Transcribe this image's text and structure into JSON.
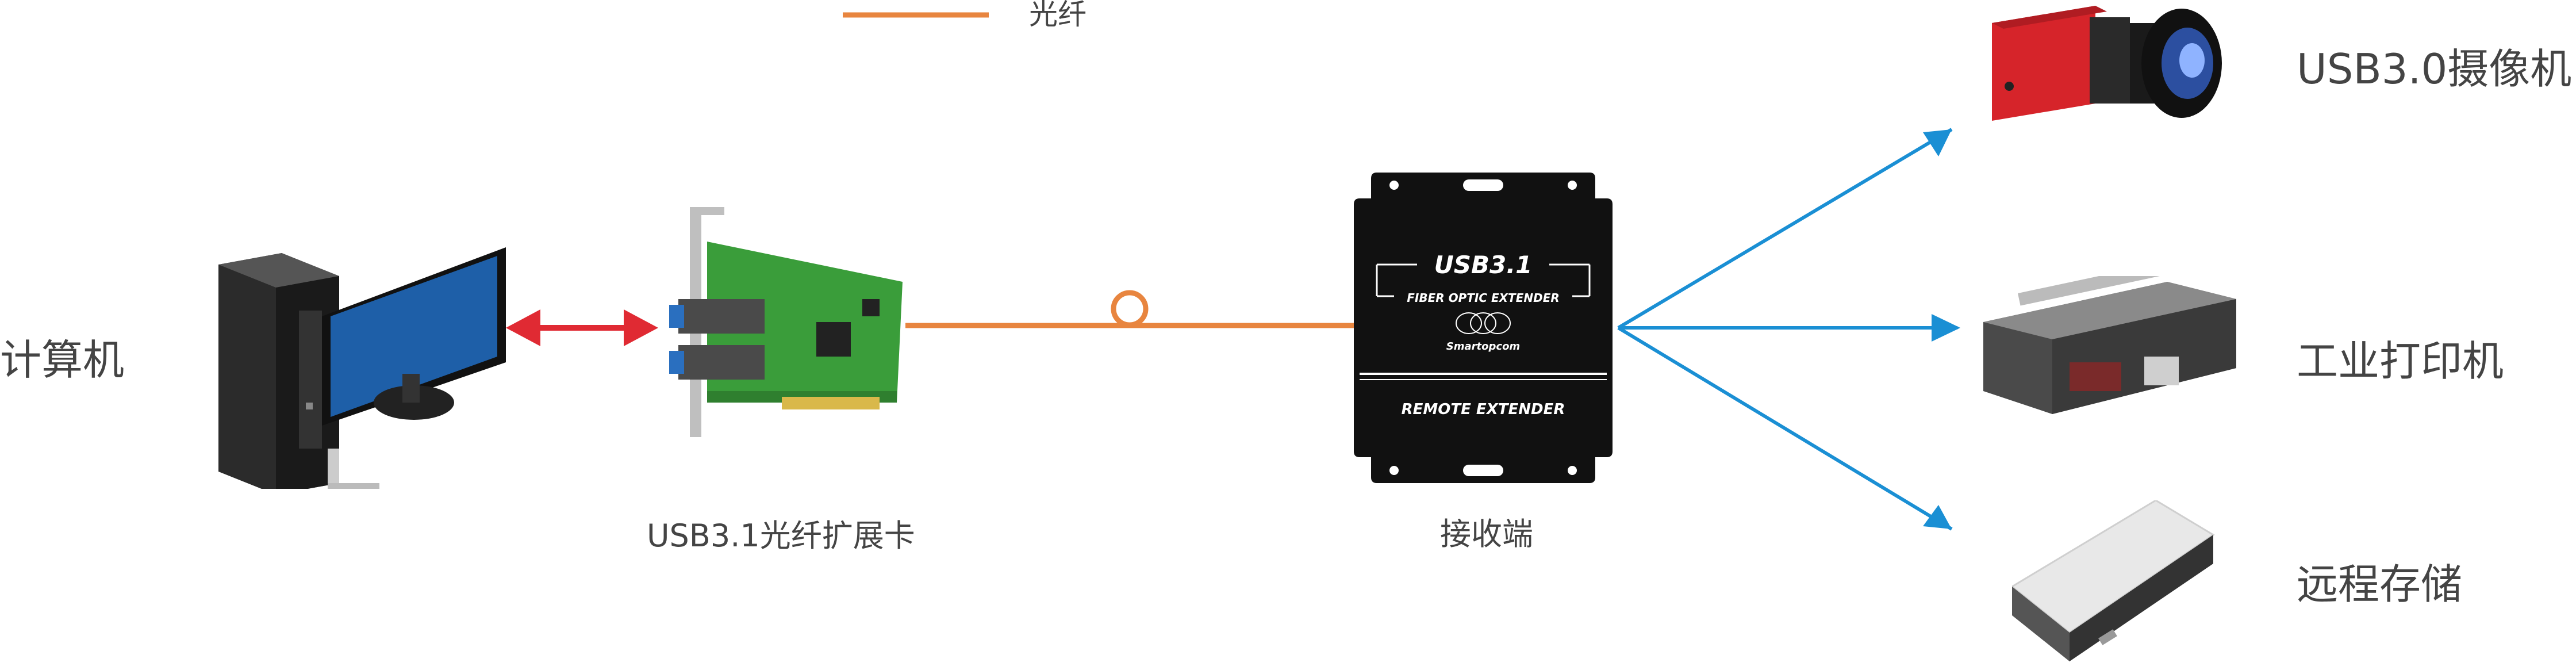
{
  "legend": {
    "label": "光纤",
    "color": "#E8853F"
  },
  "devices": {
    "computer": {
      "label": "计算机"
    },
    "card": {
      "label": "USB3.1光纤扩展卡"
    },
    "receiver": {
      "label": "接收端",
      "panel_title": "USB3.1",
      "panel_subtitle": "FIBER OPTIC EXTENDER",
      "panel_brand": "Smartopcom",
      "panel_footer": "REMOTE EXTENDER"
    },
    "camera": {
      "label": "USB3.0摄像机"
    },
    "printer": {
      "label": "工业打印机"
    },
    "storage": {
      "label": "远程存储"
    }
  },
  "colors": {
    "fiber": "#E8853F",
    "usb_link": "#1A8FD4",
    "pc_link": "#E02A33"
  }
}
